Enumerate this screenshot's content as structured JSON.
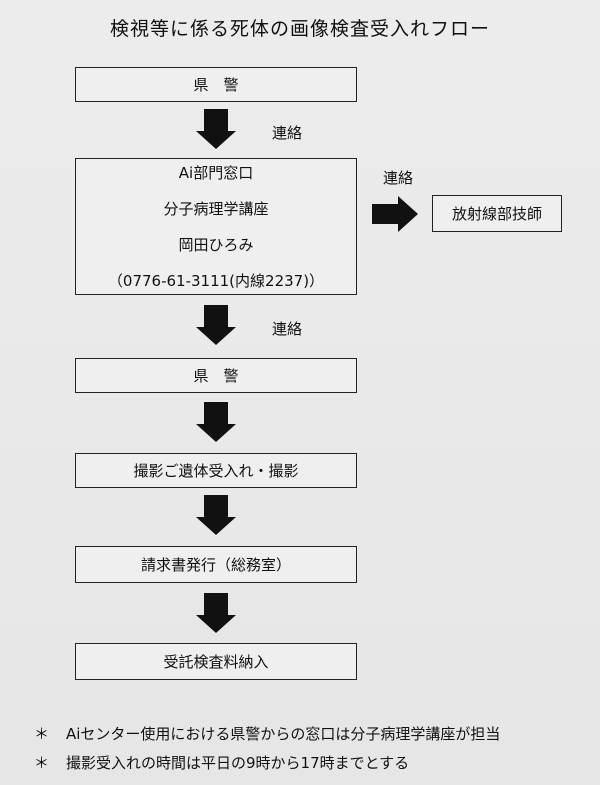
{
  "title": "検視等に係る死体の画像検査受入れフロー",
  "steps": {
    "police_1": "県　警",
    "link_1": "連絡",
    "ai_office": {
      "line1": "Ai部門窓口",
      "line2": "分子病理学講座",
      "line3": "岡田ひろみ",
      "line4": "（0776-61-3111(内線2237)）"
    },
    "link_side": "連絡",
    "radiology": "放射線部技師",
    "link_2": "連絡",
    "police_2": "県　警",
    "imaging": "撮影ご遺体受入れ・撮影",
    "invoice": "請求書発行（総務室）",
    "payment": "受託検査料納入"
  },
  "notes": [
    {
      "mark": "＊",
      "text": "Aiセンター使用における県警からの窓口は分子病理学講座が担当"
    },
    {
      "mark": "＊",
      "text": "撮影受入れの時間は平日の9時から17時までとする"
    }
  ]
}
